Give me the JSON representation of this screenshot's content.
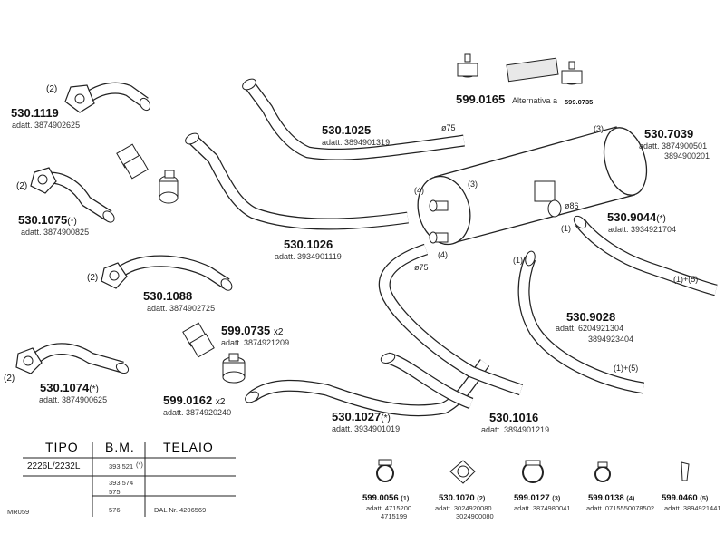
{
  "parts": [
    {
      "id": "p1",
      "code": "530.1119",
      "suffix": "",
      "adatt": "adatt. 3874902625",
      "qty": "(2)"
    },
    {
      "id": "p2",
      "code": "530.1075",
      "suffix": "(*)",
      "adatt": "adatt. 3874900825",
      "qty": "(2)"
    },
    {
      "id": "p3",
      "code": "530.1088",
      "suffix": "",
      "adatt": "adatt. 3874902725",
      "qty": "(2)"
    },
    {
      "id": "p4",
      "code": "530.1074",
      "suffix": "(*)",
      "adatt": "adatt. 3874900625",
      "qty": "(2)"
    },
    {
      "id": "p5",
      "code": "530.1025",
      "suffix": "",
      "adatt": "adatt. 3894901319",
      "dia": "ø75"
    },
    {
      "id": "p6",
      "code": "530.1026",
      "suffix": "",
      "adatt": "adatt. 3934901119"
    },
    {
      "id": "p7",
      "code": "599.0735",
      "suffix": "x2",
      "adatt": "adatt. 3874921209"
    },
    {
      "id": "p8",
      "code": "599.0162",
      "suffix": "x2",
      "adatt": "adatt. 3874920240"
    },
    {
      "id": "p9",
      "code": "530.1027",
      "suffix": "(*)",
      "adatt": "adatt. 3934901019"
    },
    {
      "id": "p10",
      "code": "530.1016",
      "suffix": "",
      "adatt": "adatt. 3894901219"
    },
    {
      "id": "p11",
      "code": "530.7039",
      "suffix": "",
      "adatt": "adatt. 3874900501",
      "adatt2": "3894900201"
    },
    {
      "id": "p12",
      "code": "530.9044",
      "suffix": "(*)",
      "adatt": "adatt. 3934921704"
    },
    {
      "id": "p13",
      "code": "530.9028",
      "suffix": "",
      "adatt": "adatt. 6204921304",
      "adatt2": "3894923404"
    }
  ],
  "clamp_top": {
    "code": "599.0165",
    "alt_text": "Alternativa a",
    "alt_code": "599.0735"
  },
  "refs": {
    "r3a": "(3)",
    "r3b": "(3)",
    "r4a": "(4)",
    "r4b": "(4)",
    "dia86": "ø86",
    "dia75b": "ø75",
    "r1a": "(1)",
    "r1b": "(1)",
    "r15a": "(1)+(5)",
    "r15b": "(1)+(5)"
  },
  "table": {
    "headers": [
      "TIPO",
      "B.M.",
      "TELAIO"
    ],
    "tipo": "2226L/2232L",
    "bm": [
      "393.521",
      "393.574",
      "575",
      "576"
    ],
    "bm_mark": "(*)",
    "telaio": "DAL Nr. 4206569"
  },
  "mr_code": "MR059",
  "bottom_parts": [
    {
      "code": "599.0056",
      "qty": "(1)",
      "adatt": "adatt. 4715200",
      "adatt2": "4715199"
    },
    {
      "code": "530.1070",
      "qty": "(2)",
      "adatt": "adatt. 3024920080",
      "adatt2": "3024900080"
    },
    {
      "code": "599.0127",
      "qty": "(3)",
      "adatt": "adatt. 3874980041",
      "adatt2": ""
    },
    {
      "code": "599.0138",
      "qty": "(4)",
      "adatt": "adatt. 0715550078502",
      "adatt2": ""
    },
    {
      "code": "599.0460",
      "qty": "(5)",
      "adatt": "adatt. 3894921441",
      "adatt2": ""
    }
  ]
}
